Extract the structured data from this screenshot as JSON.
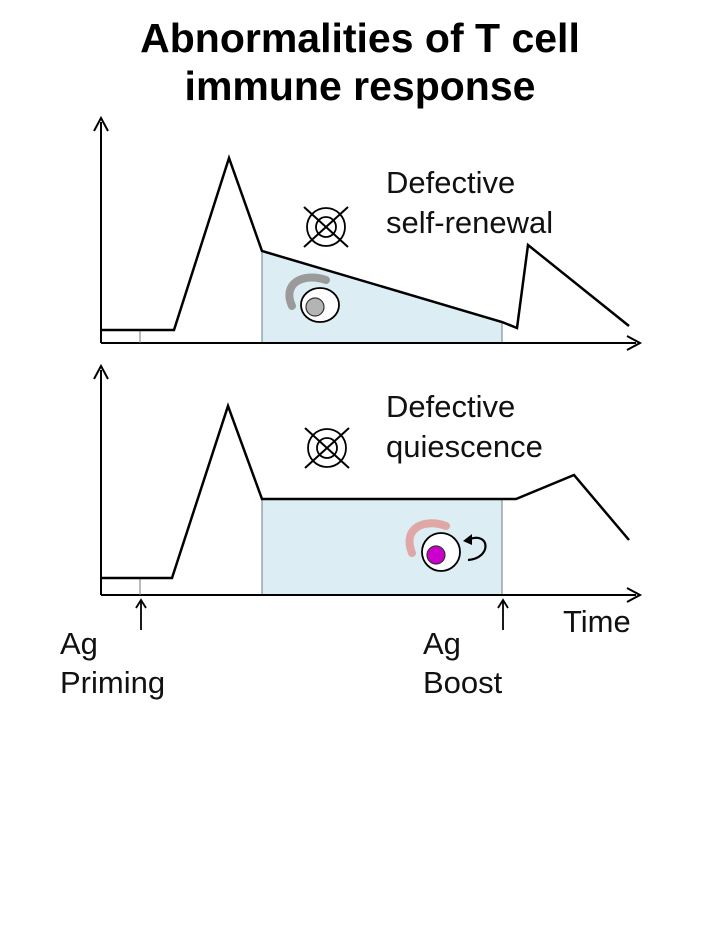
{
  "title": {
    "line1": "Abnormalities of T cell",
    "line2": "immune response"
  },
  "panels": [
    {
      "label_line1": "Defective",
      "label_line2": "self-renewal",
      "cell_nucleus_color": "#b4b4b4"
    },
    {
      "label_line1": "Defective",
      "label_line2": "quiescence",
      "cell_nucleus_color": "#cc00cc"
    }
  ],
  "axis": {
    "x_label": "Time"
  },
  "annotations": {
    "priming_line1": "Ag",
    "priming_line2": "Priming",
    "boost_line1": "Ag",
    "boost_line2": "Boost"
  },
  "colors": {
    "shaded_region": "#dcedf3",
    "cell_arc_top": "#9a9a9a",
    "cell_arc_bottom": "#e0a7a7"
  },
  "icons": [
    "inhibited-symbol-icon",
    "inhibited-symbol-icon",
    "self-renewal-arrow-icon"
  ]
}
